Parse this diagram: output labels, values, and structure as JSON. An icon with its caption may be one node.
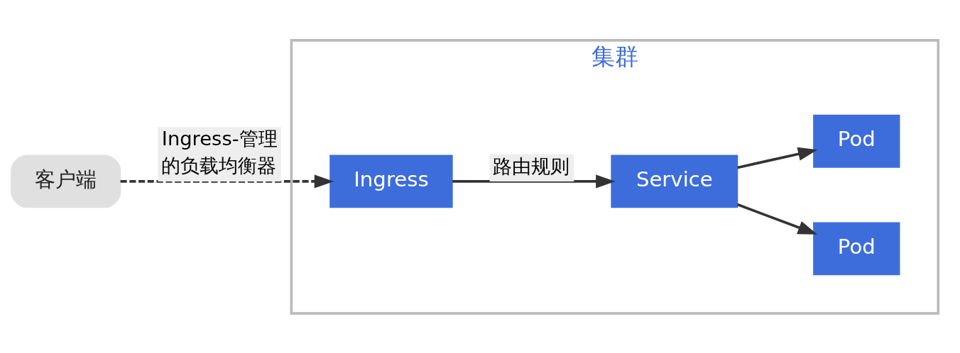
{
  "diagram": {
    "nodes": [
      {
        "text": [
          "客户端"
        ]
      },
      {
        "text": [
          "集群"
        ]
      },
      {
        "text": [
          "Ingress"
        ],
        "in": 1
      },
      {
        "text": [
          "Service"
        ],
        "in": 1
      },
      {
        "text": [
          "Pod"
        ],
        "in": 1
      },
      {
        "text": [
          "Pod"
        ],
        "in": 1
      }
    ],
    "edges": [
      {
        "from": 0,
        "to": 2,
        "arrow": "to",
        "label": "Ingress-管理的负载均衡器",
        "style": "dashed"
      },
      {
        "from": 2,
        "to": 3,
        "arrow": "to",
        "label": "路由规则"
      },
      {
        "from": 3,
        "to": 4,
        "arrow": "to"
      },
      {
        "from": 3,
        "to": 5,
        "arrow": "to"
      }
    ]
  }
}
